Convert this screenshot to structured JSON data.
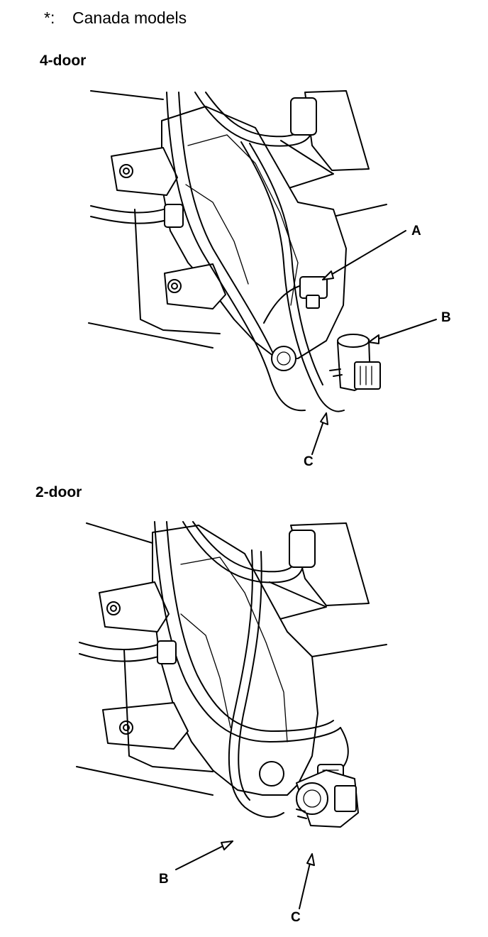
{
  "note": {
    "symbol": "*:",
    "text": "Canada models"
  },
  "figure_4door": {
    "heading": "4-door",
    "labels": {
      "a": "A",
      "b": "B",
      "c": "C"
    }
  },
  "figure_2door": {
    "heading": "2-door",
    "labels": {
      "b": "B",
      "c": "C"
    }
  }
}
